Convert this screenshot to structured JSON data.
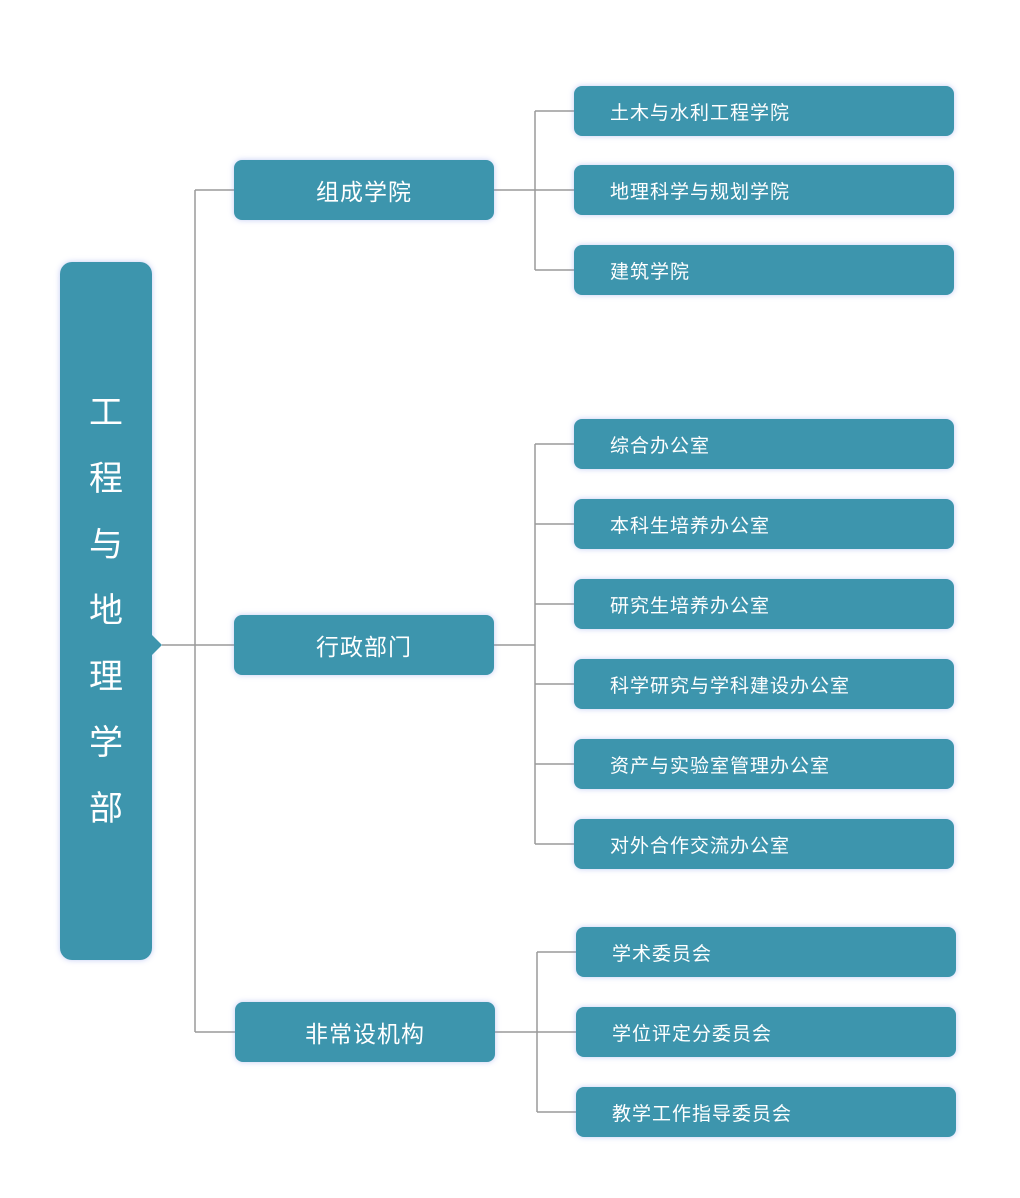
{
  "root": {
    "title": "工程与地理学部"
  },
  "groups": [
    {
      "label": "组成学院",
      "items": [
        "土木与水利工程学院",
        "地理科学与规划学院",
        "建筑学院"
      ]
    },
    {
      "label": "行政部门",
      "items": [
        "综合办公室",
        "本科生培养办公室",
        "研究生培养办公室",
        "科学研究与学科建设办公室",
        "资产与实验室管理办公室",
        "对外合作交流办公室"
      ]
    },
    {
      "label": "非常设机构",
      "items": [
        "学术委员会",
        "学位评定分委员会",
        "教学工作指导委员会"
      ]
    }
  ],
  "colors": {
    "node": "#3d95ad",
    "connector": "#999999",
    "text": "#ffffff"
  }
}
